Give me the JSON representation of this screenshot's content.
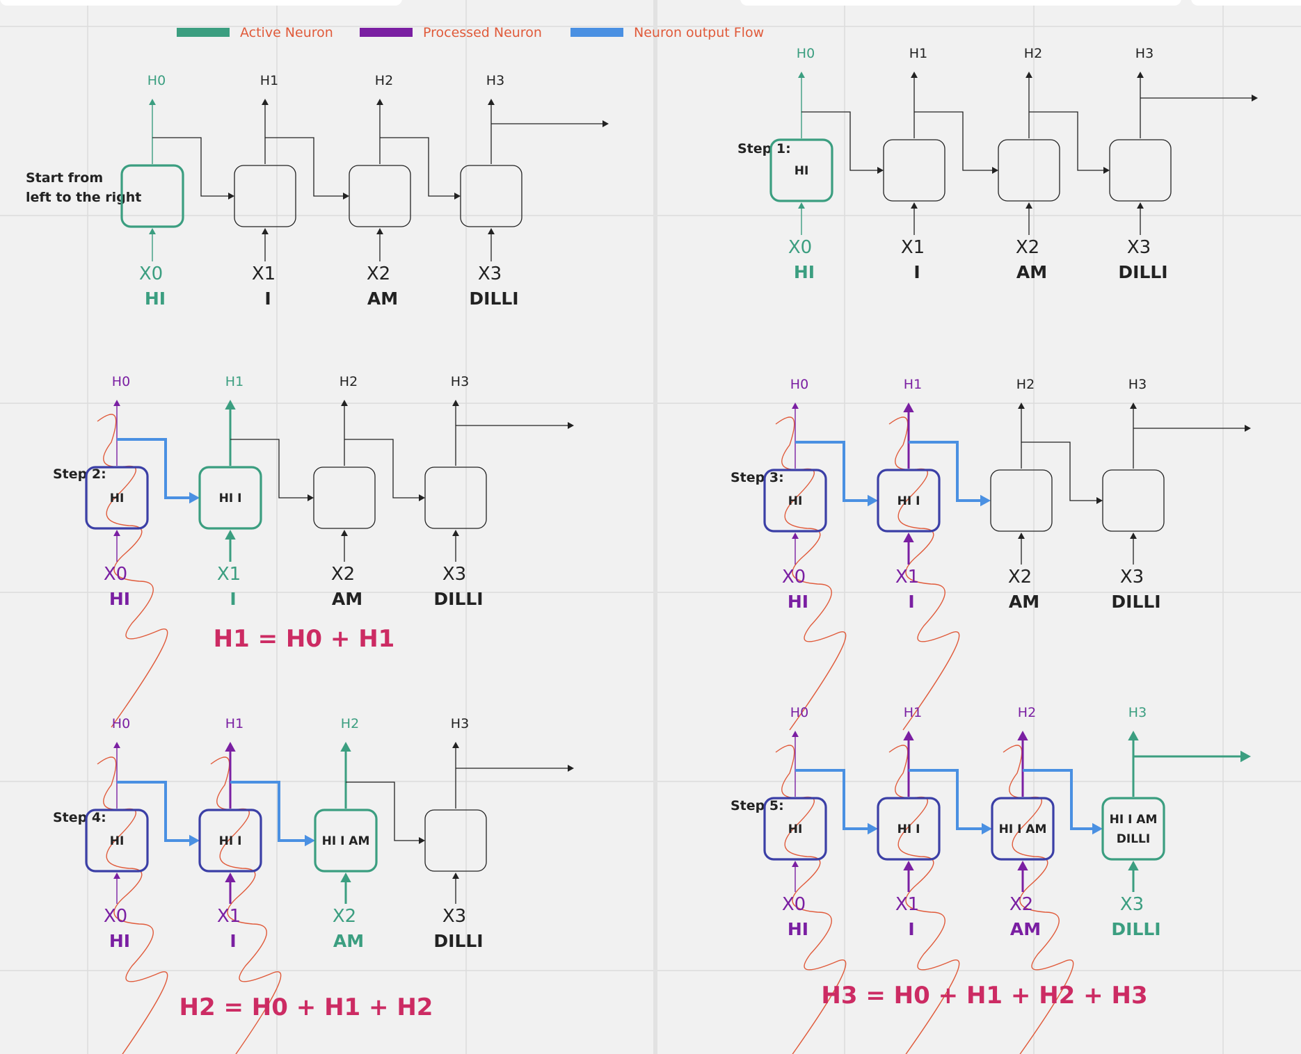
{
  "legend": [
    {
      "label": "Active Neuron",
      "color": "#3b9e80"
    },
    {
      "label": "Processed Neuron",
      "color": "#7a1fa2"
    },
    {
      "label": "Neuron output Flow",
      "color": "#4a90e2"
    }
  ],
  "colors": {
    "active": "#3b9e80",
    "processed": "#7a1fa2",
    "processed_box": "#3b3fa6",
    "flow": "#4a90e2",
    "default": "#222222",
    "scribble": "#e05a3a",
    "equation": "#cc2b63"
  },
  "panels": [
    {
      "id": "start",
      "label_lines": [
        "Start from",
        "left to the right"
      ],
      "cells": [
        {
          "h": "H0",
          "x": "X0",
          "word": "HI",
          "state": "active",
          "box_lines": []
        },
        {
          "h": "H1",
          "x": "X1",
          "word": "I",
          "state": "default",
          "box_lines": []
        },
        {
          "h": "H2",
          "x": "X2",
          "word": "AM",
          "state": "default",
          "box_lines": []
        },
        {
          "h": "H3",
          "x": "X3",
          "word": "DILLI",
          "state": "default",
          "box_lines": []
        }
      ],
      "equation": ""
    },
    {
      "id": "step1",
      "label_lines": [
        "Step 1:"
      ],
      "cells": [
        {
          "h": "H0",
          "x": "X0",
          "word": "HI",
          "state": "active",
          "box_lines": [
            "HI"
          ]
        },
        {
          "h": "H1",
          "x": "X1",
          "word": "I",
          "state": "default",
          "box_lines": []
        },
        {
          "h": "H2",
          "x": "X2",
          "word": "AM",
          "state": "default",
          "box_lines": []
        },
        {
          "h": "H3",
          "x": "X3",
          "word": "DILLI",
          "state": "default",
          "box_lines": []
        }
      ],
      "equation": ""
    },
    {
      "id": "step2",
      "label_lines": [
        "Step 2:"
      ],
      "cells": [
        {
          "h": "H0",
          "x": "X0",
          "word": "HI",
          "state": "processed",
          "box_lines": [
            "HI"
          ]
        },
        {
          "h": "H1",
          "x": "X1",
          "word": "I",
          "state": "active",
          "box_lines": [
            "HI I"
          ]
        },
        {
          "h": "H2",
          "x": "X2",
          "word": "AM",
          "state": "default",
          "box_lines": []
        },
        {
          "h": "H3",
          "x": "X3",
          "word": "DILLI",
          "state": "default",
          "box_lines": []
        }
      ],
      "equation": "H1 = H0 + H1"
    },
    {
      "id": "step3",
      "label_lines": [
        "Step 3:"
      ],
      "cells": [
        {
          "h": "H0",
          "x": "X0",
          "word": "HI",
          "state": "processed",
          "box_lines": [
            "HI"
          ]
        },
        {
          "h": "H1",
          "x": "X1",
          "word": "I",
          "state": "processed",
          "box_lines": [
            "HI I"
          ]
        },
        {
          "h": "H2",
          "x": "X2",
          "word": "AM",
          "state": "default",
          "box_lines": []
        },
        {
          "h": "H3",
          "x": "X3",
          "word": "DILLI",
          "state": "default",
          "box_lines": []
        }
      ],
      "equation": ""
    },
    {
      "id": "step4",
      "label_lines": [
        "Step 4:"
      ],
      "cells": [
        {
          "h": "H0",
          "x": "X0",
          "word": "HI",
          "state": "processed",
          "box_lines": [
            "HI"
          ]
        },
        {
          "h": "H1",
          "x": "X1",
          "word": "I",
          "state": "processed",
          "box_lines": [
            "HI I"
          ]
        },
        {
          "h": "H2",
          "x": "X2",
          "word": "AM",
          "state": "active",
          "box_lines": [
            "HI I AM"
          ]
        },
        {
          "h": "H3",
          "x": "X3",
          "word": "DILLI",
          "state": "default",
          "box_lines": []
        }
      ],
      "equation": "H2 = H0 + H1 + H2"
    },
    {
      "id": "step5",
      "label_lines": [
        "Step 5:"
      ],
      "cells": [
        {
          "h": "H0",
          "x": "X0",
          "word": "HI",
          "state": "processed",
          "box_lines": [
            "HI"
          ]
        },
        {
          "h": "H1",
          "x": "X1",
          "word": "I",
          "state": "processed",
          "box_lines": [
            "HI I"
          ]
        },
        {
          "h": "H2",
          "x": "X2",
          "word": "AM",
          "state": "processed",
          "box_lines": [
            "HI I AM"
          ]
        },
        {
          "h": "H3",
          "x": "X3",
          "word": "DILLI",
          "state": "active",
          "box_lines": [
            "HI I AM",
            "DILLI"
          ]
        }
      ],
      "equation": "H3 = H0 + H1 + H2 + H3"
    }
  ]
}
